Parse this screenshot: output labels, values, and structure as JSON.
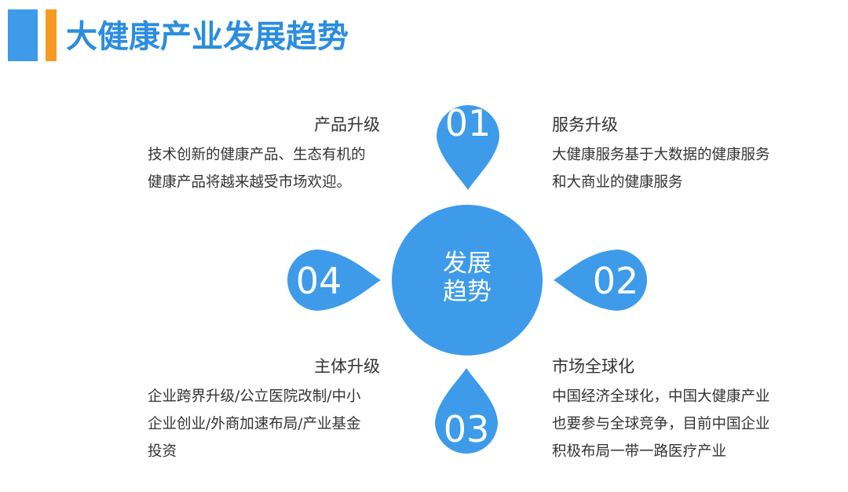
{
  "header": {
    "title": "大健康产业发展趋势"
  },
  "center": {
    "line1": "发展",
    "line2": "趋势"
  },
  "colors": {
    "primary": "#3d9bea",
    "accent": "#f59b1f",
    "title": "#2b8de0",
    "text": "#333333"
  },
  "items": [
    {
      "number": "01",
      "title": "产品升级",
      "lines": [
        "技术创新的健康产品、生态有机的",
        "健康产品将越来越受市场欢迎。"
      ]
    },
    {
      "number": "02",
      "title": "服务升级",
      "lines": [
        "大健康服务基于大数据的健康服务",
        "和大商业的健康服务"
      ]
    },
    {
      "number": "03",
      "title": "市场全球化",
      "lines": [
        "中国经济全球化，中国大健康产业",
        "也要参与全球竞争，目前中国企业",
        "积极布局一带一路医疗产业"
      ]
    },
    {
      "number": "04",
      "title": "主体升级",
      "lines": [
        "企业跨界升级/公立医院改制/中小",
        "企业创业/外商加速布局/产业基金",
        "投资"
      ]
    }
  ]
}
